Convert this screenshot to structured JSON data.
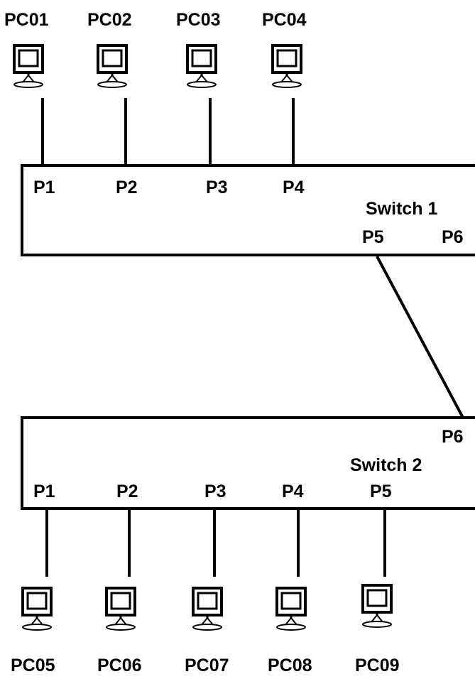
{
  "switch1": {
    "name": "Switch 1",
    "ports": [
      "P1",
      "P2",
      "P3",
      "P4",
      "P5",
      "P6"
    ]
  },
  "switch2": {
    "name": "Switch 2",
    "ports": [
      "P1",
      "P2",
      "P3",
      "P4",
      "P5",
      "P6"
    ]
  },
  "top_pcs": [
    {
      "name": "PC01",
      "port": "P1"
    },
    {
      "name": "PC02",
      "port": "P2"
    },
    {
      "name": "PC03",
      "port": "P3"
    },
    {
      "name": "PC04",
      "port": "P4"
    }
  ],
  "bottom_pcs": [
    {
      "name": "PC05",
      "port": "P1"
    },
    {
      "name": "PC06",
      "port": "P2"
    },
    {
      "name": "PC07",
      "port": "P3"
    },
    {
      "name": "PC08",
      "port": "P4"
    },
    {
      "name": "PC09",
      "port": "P5"
    }
  ],
  "uplink": {
    "from": "Switch 1 P5",
    "to": "Switch 2 P6"
  }
}
